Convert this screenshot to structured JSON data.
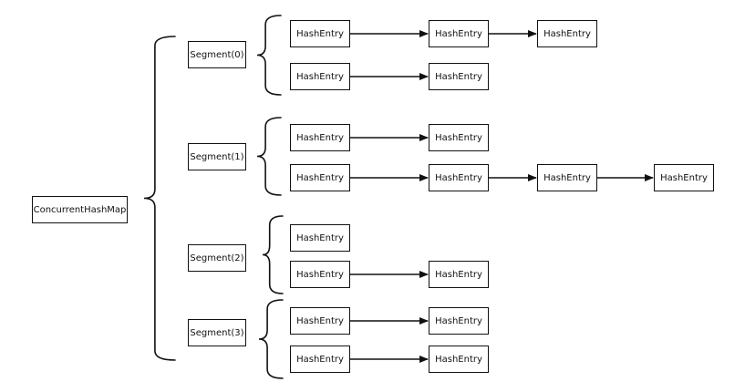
{
  "root": {
    "label": "ConcurrentHashMap"
  },
  "segments": [
    {
      "label": "Segment(0)",
      "chains": [
        [
          "HashEntry",
          "HashEntry",
          "HashEntry"
        ],
        [
          "HashEntry",
          "HashEntry"
        ]
      ]
    },
    {
      "label": "Segment(1)",
      "chains": [
        [
          "HashEntry",
          "HashEntry"
        ],
        [
          "HashEntry",
          "HashEntry",
          "HashEntry",
          "HashEntry"
        ]
      ]
    },
    {
      "label": "Segment(2)",
      "chains": [
        [
          "HashEntry"
        ],
        [
          "HashEntry",
          "HashEntry"
        ]
      ]
    },
    {
      "label": "Segment(3)",
      "chains": [
        [
          "HashEntry",
          "HashEntry"
        ],
        [
          "HashEntry",
          "HashEntry"
        ]
      ]
    }
  ]
}
